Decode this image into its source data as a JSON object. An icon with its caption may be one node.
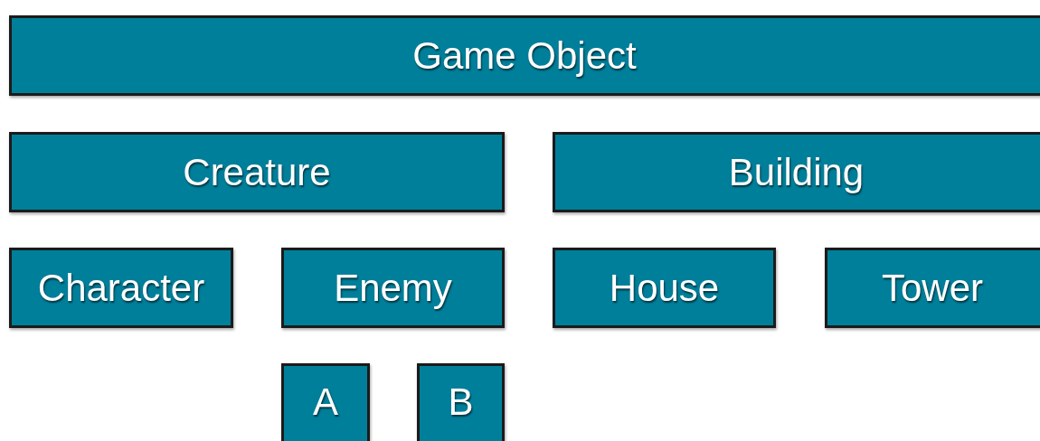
{
  "diagram": {
    "nodes": [
      {
        "text": [
          "Game Object"
        ]
      },
      {
        "text": [
          "Creature"
        ]
      },
      {
        "text": [
          "Building"
        ]
      },
      {
        "text": [
          "Character"
        ]
      },
      {
        "text": [
          "Enemy"
        ]
      },
      {
        "text": [
          "House"
        ]
      },
      {
        "text": [
          "Tower"
        ]
      },
      {
        "text": [
          "A"
        ]
      },
      {
        "text": [
          "B"
        ]
      }
    ]
  }
}
